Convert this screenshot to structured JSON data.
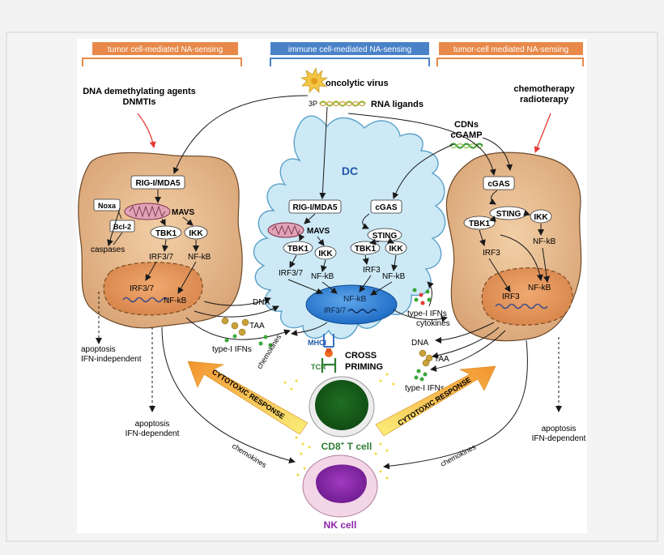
{
  "headers": {
    "left": "tumor cell-mediated NA-sensing",
    "center": "immune cell-mediated NA-sensing",
    "right": "tumor-cell mediated NA-sensing"
  },
  "inputs": {
    "left_line1": "DNA demethylating agents",
    "left_line2": "DNMTIs",
    "virus": "oncolytic virus",
    "rna_tag": "3P",
    "rna": "RNA ligands",
    "cdn1": "CDNs",
    "cdn2": "cGAMP",
    "right_line1": "chemotherapy",
    "right_line2": "radioterapy"
  },
  "left_cell": {
    "rig": "RIG-I/MDA5",
    "mavs": "MAVS",
    "noxa": "Noxa",
    "bcl2": "Bcl-2",
    "caspases": "caspases",
    "tbk1": "TBK1",
    "ikk": "IKK",
    "irf37": "IRF3/7",
    "nfkb": "NF-kB",
    "nuc_irf": "IRF3/7",
    "nuc_nfkb": "NF-kB"
  },
  "dc": {
    "label": "DC",
    "rig": "RIG-I/MDA5",
    "cgas": "cGAS",
    "mavs": "MAVS",
    "sting": "STING",
    "tbk1a": "TBK1",
    "ikka": "IKK",
    "tbk1b": "TBK1",
    "ikkb": "IKK",
    "irf37": "IRF3/7",
    "nfkb_a": "NF-kB",
    "irf3": "IRF3",
    "nfkb_b": "NF-kB",
    "nuc_nfkb": "NF-kB",
    "nuc_irf": "IRF3/7"
  },
  "right_cell": {
    "cgas": "cGAS",
    "sting": "STING",
    "tbk1": "TBK1",
    "ikk": "IKK",
    "irf3": "IRF3",
    "nfkb": "NF-kB",
    "nuc_irf": "IRF3",
    "nuc_nfkb": "NF-kB"
  },
  "outputs": {
    "dna_l": "DNA",
    "taa_l": "TAA",
    "ifn_l": "type-I IFNs",
    "chemokines_dc": "chemokines",
    "ifn_dc": "type-I IFNs",
    "cytokines_dc": "cytokines",
    "dna_r": "DNA",
    "taa_r": "TAA",
    "ifn_r": "type-I IFNs"
  },
  "priming": {
    "mhc": "MHCI",
    "tcr": "TCR",
    "line1": "CROSS",
    "line2": "PRIMING"
  },
  "fates": {
    "left_ind1": "apoptosis",
    "left_ind2": "IFN-independent",
    "left_dep1": "apoptosis",
    "left_dep2": "IFN-dependent",
    "right_dep1": "apoptosis",
    "right_dep2": "IFN-dependent"
  },
  "effectors": {
    "cyto_left": "CYTOTOXIC RESPONSE",
    "cyto_right": "CYTOTOXIC RESPONSE",
    "cd8_pre": "CD8",
    "cd8_sup": "+",
    "cd8_post": " T cell",
    "nk": "NK cell",
    "chemokines_l": "chemokines",
    "chemokines_r": "chemokines"
  },
  "colors": {
    "header_orange": "#e8894a",
    "header_blue": "#4a82c8",
    "tumor_fill": "#e8b98c",
    "dc_fill": "#cde9f6",
    "tcell": "#2e7d32",
    "nkcell": "#8e24aa",
    "arrow_yellow": "#f7e25a",
    "arrow_orange": "#f2932f"
  }
}
